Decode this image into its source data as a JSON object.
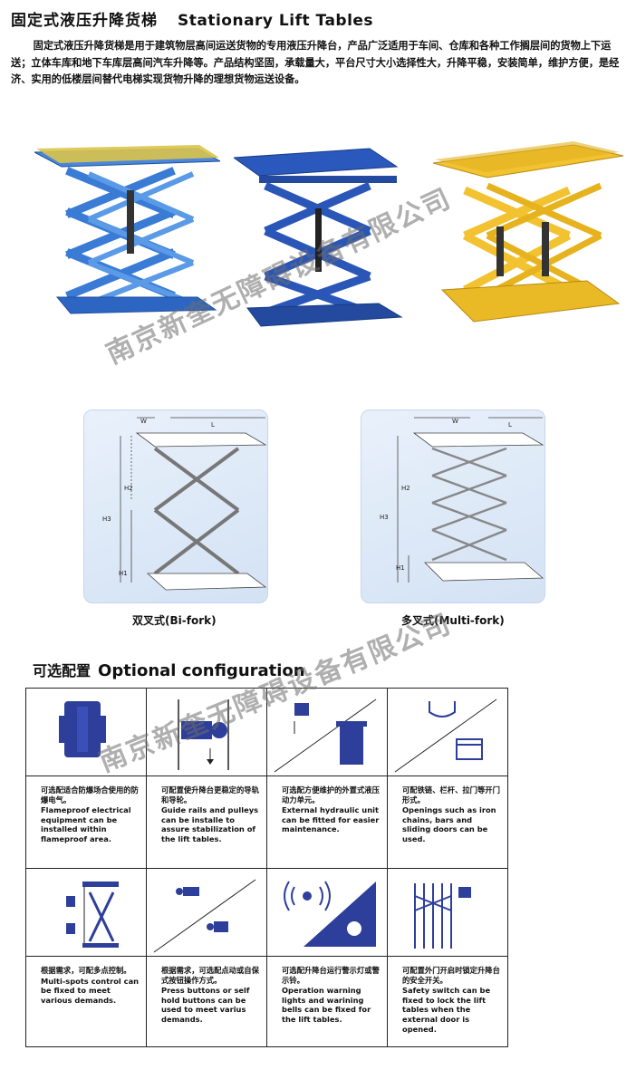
{
  "header": {
    "title_cn": "固定式液压升降货梯",
    "title_en": "Stationary Lift Tables"
  },
  "intro": "固定式液压升降货梯是用于建筑物层高间运送货物的专用液压升降台，产品广泛适用于车间、仓库和各种工作搁层间的货物上下运送；立体车库和地下车库层高间汽车升降等。产品结构坚固，承载量大，平台尺寸大小选择性大，升降平稳，安装简单，维护方便，是经济、实用的低楼层间替代电梯实现货物升降的理想货物运送设备。",
  "photos": {
    "colors": [
      "#2f6fd0",
      "#2a56b8",
      "#f2c230"
    ]
  },
  "diagrams": [
    {
      "caption": "双叉式(Bi-fork)",
      "labels": {
        "w": "W",
        "l": "L",
        "h1": "H1",
        "h2": "H2",
        "h3": "H3"
      }
    },
    {
      "caption": "多叉式(Multi-fork)",
      "labels": {
        "w": "W",
        "l": "L",
        "h1": "H1",
        "h2": "H2",
        "h3": "H3"
      }
    }
  ],
  "optional": {
    "title_cn": "可选配置",
    "title_en": "Optional configuration",
    "items": [
      {
        "icon": "explosion-proof-motor-icon",
        "cn": "可选配适合防爆场合使用的防爆电气。",
        "en": "Flameproof electrical equipment can be installed within flameproof area."
      },
      {
        "icon": "guide-rail-pulley-icon",
        "cn": "可配置使升降台更稳定的导轨和导轮。",
        "en": "Guide rails and pulleys can be installe to assure stabilization of the lift tables."
      },
      {
        "icon": "hydraulic-unit-icon",
        "cn": "可选配方便维护的外置式液压动力单元。",
        "en": "External hydraulic unit can be fitted for easier maintenance."
      },
      {
        "icon": "door-opening-icon",
        "cn": "可配铁链、栏杆、拉门等开门形式。",
        "en": "Openings such as iron chains, bars and sliding doors can be used."
      },
      {
        "icon": "multi-spot-control-icon",
        "cn": "根据需求，可配多点控制。",
        "en": "Multi-spots control can be fixed to meet various demands."
      },
      {
        "icon": "push-button-icon",
        "cn": "根据需求，可选配点动或自保式按钮操作方式。",
        "en": "Press buttons or self hold buttons can be used to meet varius demands."
      },
      {
        "icon": "warning-light-icon",
        "cn": "可选配升降台运行警示灯或警示铃。",
        "en": "Operation warning lights and warining bells can be fixed for the lift tables."
      },
      {
        "icon": "safety-switch-icon",
        "cn": "可配置外门开启时锁定升降台的安全开关。",
        "en": "Safety switch can be fixed to lock the lift tables when the external door is opened."
      }
    ]
  },
  "watermark": "南京新奎无障碍设备有限公司"
}
